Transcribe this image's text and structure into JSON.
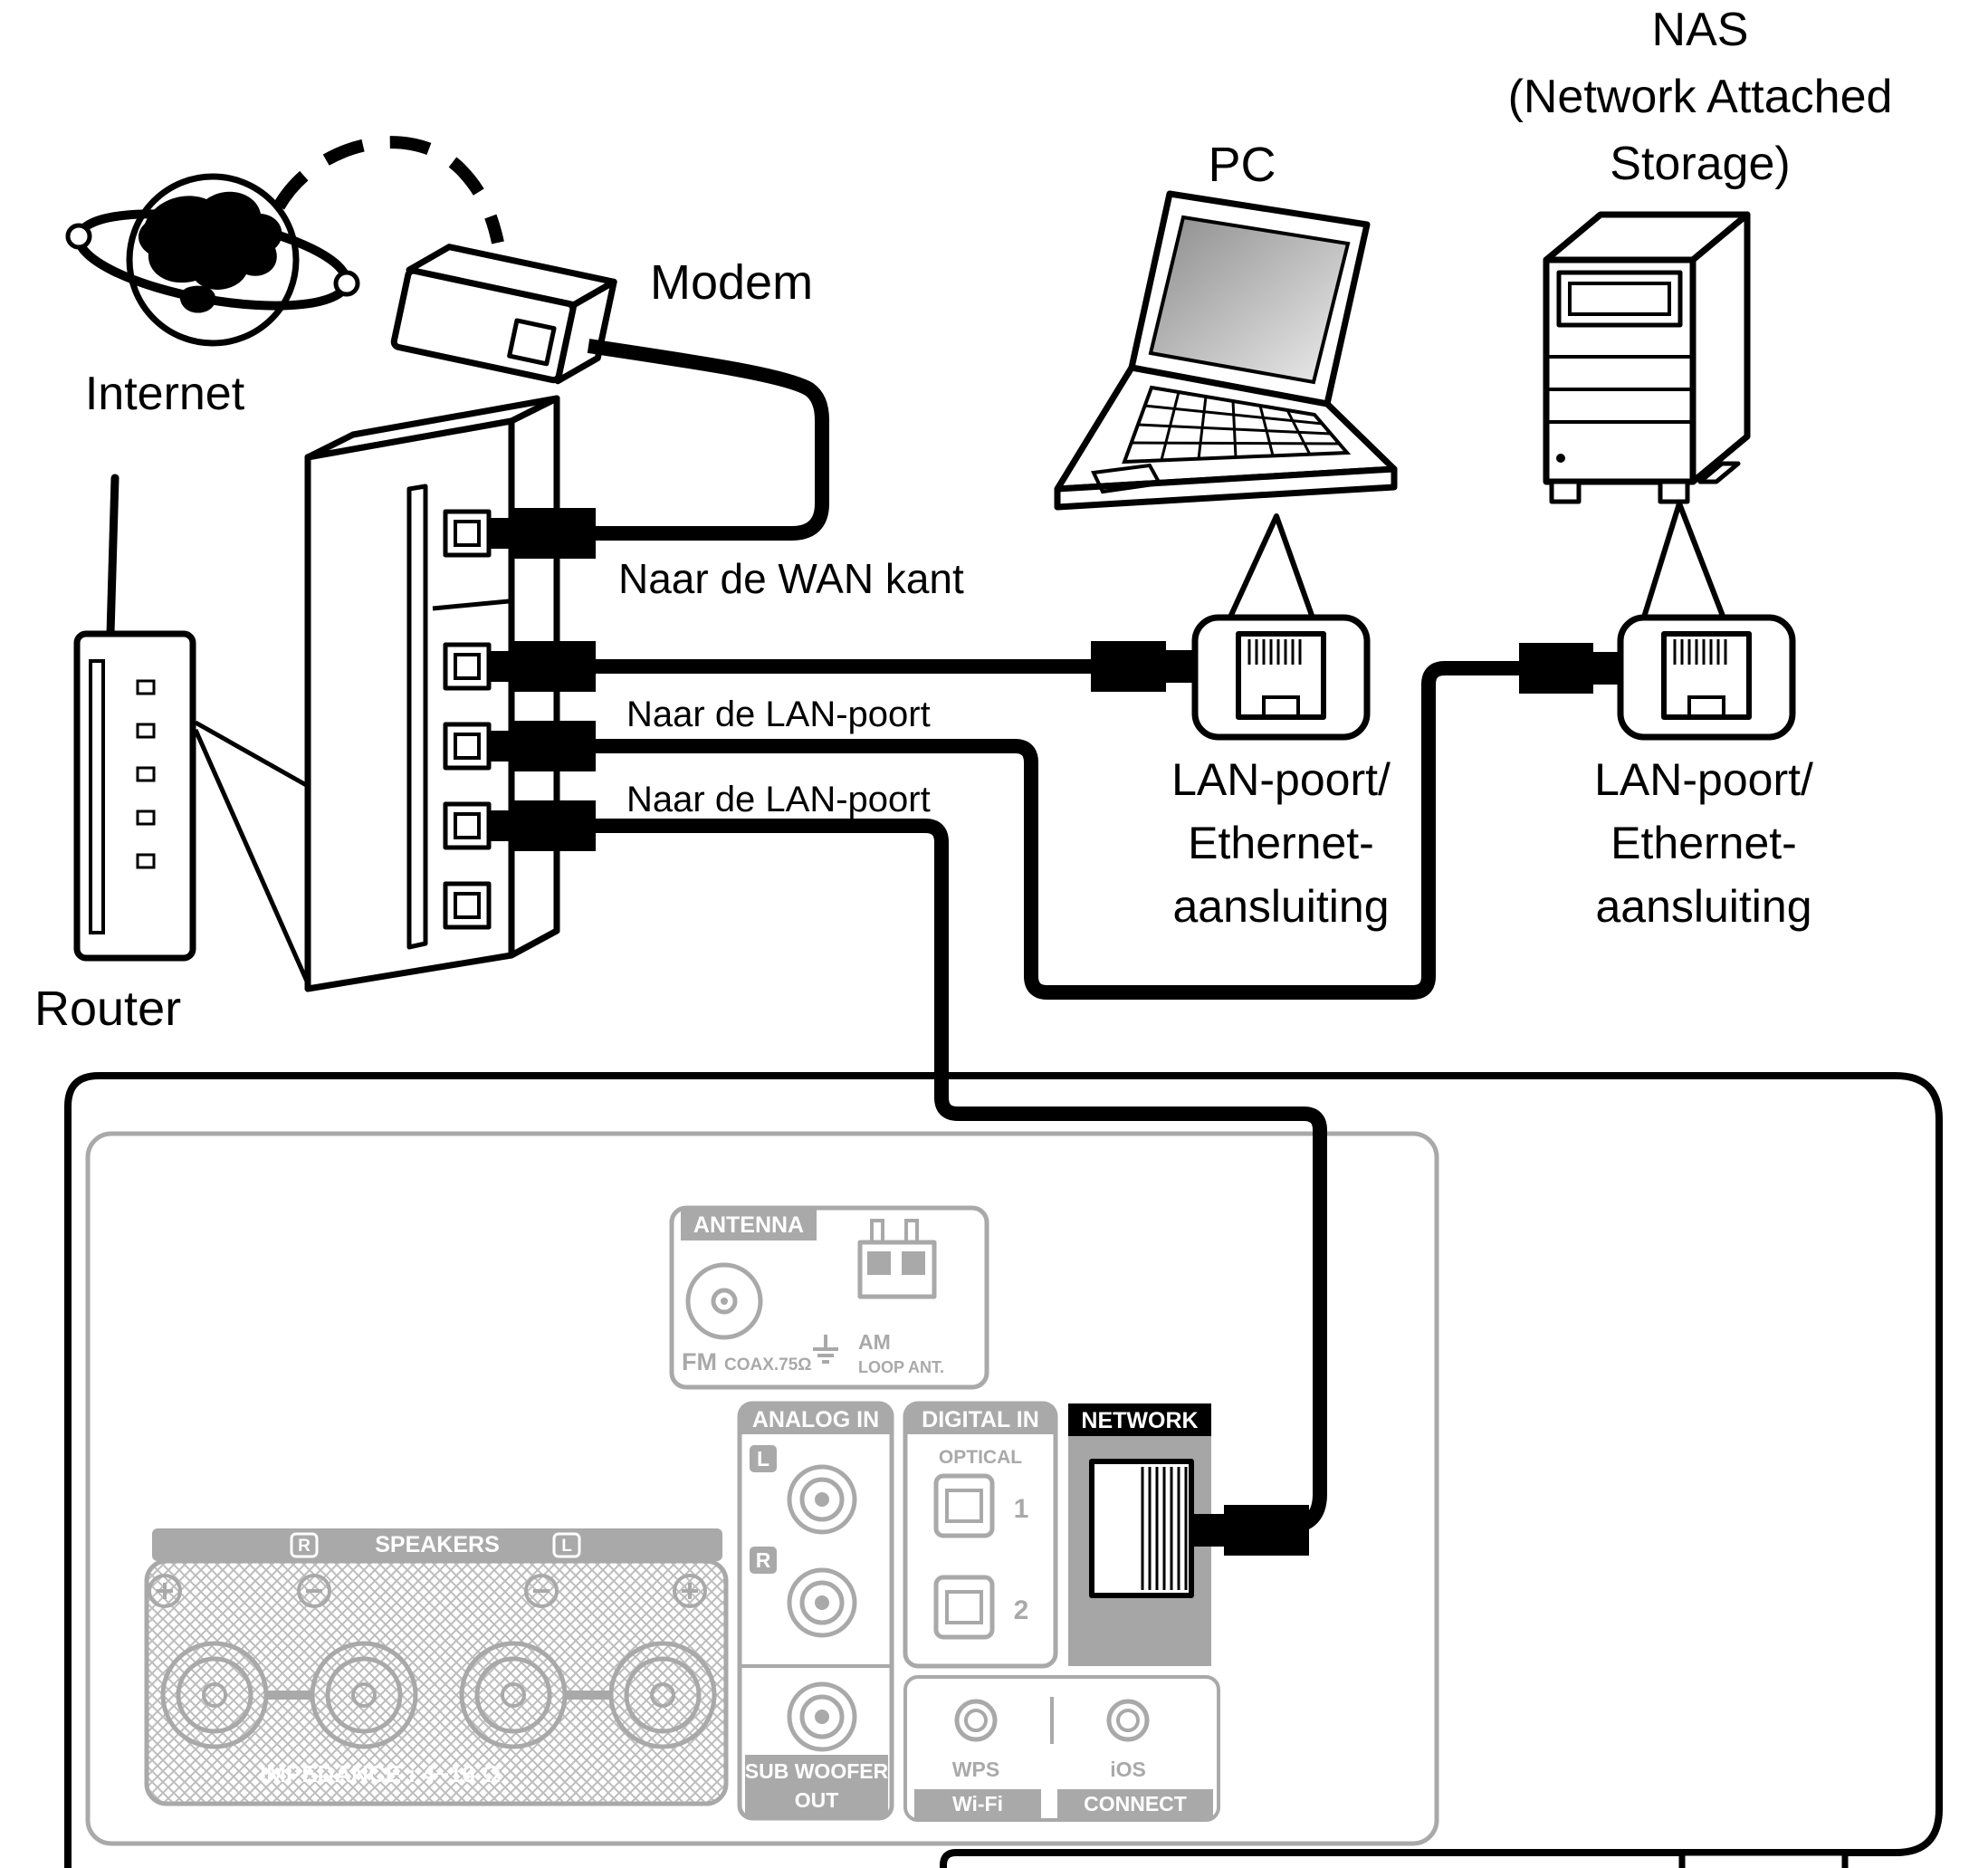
{
  "labels": {
    "internet": "Internet",
    "modem": "Modem",
    "pc": "PC",
    "nas_line1": "NAS",
    "nas_line2": "(Network Attached",
    "nas_line3": "Storage)",
    "router": "Router",
    "to_wan": "Naar de WAN kant",
    "to_lan_1": "Naar de LAN-poort",
    "to_lan_2": "Naar de LAN-poort",
    "pc_port_line1": "LAN-poort/",
    "pc_port_line2": "Ethernet-",
    "pc_port_line3": "aansluiting",
    "nas_port_line1": "LAN-poort/",
    "nas_port_line2": "Ethernet-",
    "nas_port_line3": "aansluiting"
  },
  "receiver": {
    "antenna": "ANTENNA",
    "fm": "FM",
    "coax": "COAX.75Ω",
    "am": "AM",
    "loop_ant": "LOOP ANT.",
    "analog_in": "ANALOG IN",
    "analog_l": "L",
    "analog_r": "R",
    "digital_in": "DIGITAL IN",
    "optical": "OPTICAL",
    "optical_1": "1",
    "optical_2": "2",
    "network": "NETWORK",
    "speakers": "SPEAKERS",
    "speakers_r": "R",
    "speakers_l": "L",
    "impedance": "IMPEDANCE : 4~16 Ω",
    "sub_woofer_line1": "SUB WOOFER",
    "sub_woofer_line2": "OUT",
    "wps": "WPS",
    "ios": "iOS",
    "wifi": "Wi-Fi",
    "connect": "CONNECT"
  },
  "icons": {
    "internet": "globe-with-orbit-icon",
    "modem": "modem-box-icon",
    "router": "router-tower-icon",
    "router_ports": "ethernet-switch-rear-icon",
    "pc": "laptop-icon",
    "nas": "server-tower-icon",
    "plug": "rj45-plug-icon",
    "jack": "rj45-jack-icon"
  },
  "colors": {
    "diagram_line": "#000000",
    "receiver_gray": "#a9a9a9",
    "network_label_bg": "#000000",
    "network_port_bg": "#a6a6a6",
    "hatch_gray": "#bdbdbd"
  }
}
